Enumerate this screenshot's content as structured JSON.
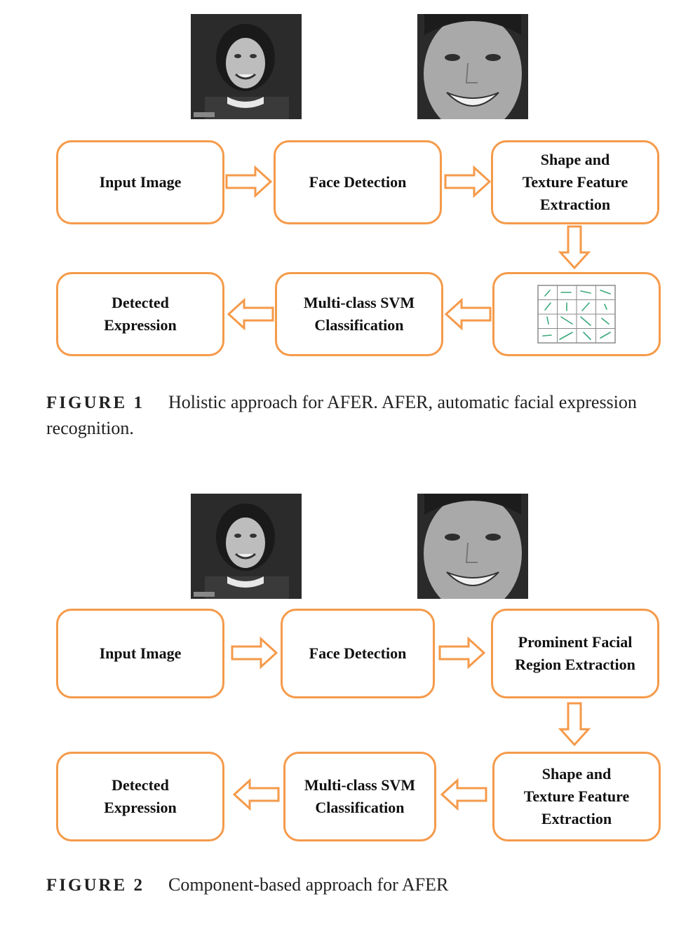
{
  "figures": [
    {
      "id": "fig1",
      "boxes": {
        "input": [
          "Input Image"
        ],
        "face": [
          "Face Detection"
        ],
        "step3": [
          "Shape and",
          "Texture Feature",
          "Extraction"
        ],
        "classify": [
          "Multi-class SVM",
          "Classification"
        ],
        "output": [
          "Detected",
          "Expression"
        ]
      },
      "caption_label": "FIGURE 1",
      "caption_text": "Holistic approach for AFER. AFER, automatic facial expression recognition."
    },
    {
      "id": "fig2",
      "boxes": {
        "input": [
          "Input Image"
        ],
        "face": [
          "Face Detection"
        ],
        "step3": [
          "Prominent Facial",
          "Region Extraction"
        ],
        "step4": [
          "Shape and",
          "Texture Feature",
          "Extraction"
        ],
        "classify": [
          "Multi-class SVM",
          "Classification"
        ],
        "output": [
          "Detected",
          "Expression"
        ]
      },
      "caption_label": "FIGURE 2",
      "caption_text": "Component-based approach for AFER"
    }
  ],
  "colors": {
    "box_border": "#f59a4a",
    "arrow_stroke": "#f59a4a",
    "grid_arrow": "#3aa87a"
  }
}
